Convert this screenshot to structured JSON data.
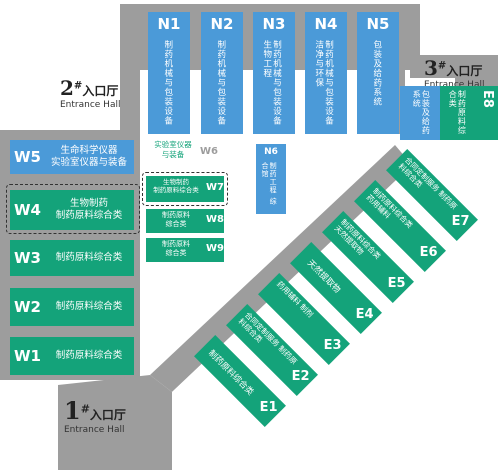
{
  "colors": {
    "gray": "#9d9d9d",
    "blue": "#4b9ad8",
    "green": "#14a37a",
    "white": "#ffffff"
  },
  "entrances": [
    {
      "num": "2",
      "sup": "#",
      "cn": "入口厅",
      "en": "Entrance Hall"
    },
    {
      "num": "3",
      "sup": "#",
      "cn": "入口厅",
      "en": "Entrance Hall"
    },
    {
      "num": "1",
      "sup": "#",
      "cn": "入口厅",
      "en": "Entrance Hall"
    }
  ],
  "north_halls": [
    {
      "code": "N1",
      "label": "制药机械与包装设备"
    },
    {
      "code": "N2",
      "label": "制药机械与包装设备"
    },
    {
      "code": "N3",
      "label": "制药机械与包装设备 生物工程"
    },
    {
      "code": "N4",
      "label": "制药机械与包装设备 洁净与环保"
    },
    {
      "code": "N5",
      "label": "包装及给药系统"
    }
  ],
  "e8": {
    "code": "E8",
    "label1": "包装及给药系统",
    "label2": "制药原料综合类"
  },
  "east_halls": [
    {
      "code": "E1",
      "label": "制药原料综合类"
    },
    {
      "code": "E2",
      "label": "合同定制服务 制药原料综合类"
    },
    {
      "code": "E3",
      "label": "药用辅料 制剂"
    },
    {
      "code": "E4",
      "label": "天然提取物"
    },
    {
      "code": "E5",
      "label": "制药原料综合类 天然提取物"
    },
    {
      "code": "E6",
      "label": "制药原料综合类 药用辅料"
    },
    {
      "code": "E7",
      "label": "合同定制服务 制药原料综合类"
    }
  ],
  "west_halls": [
    {
      "code": "W5",
      "label": "生命科学仪器\n实验室仪器与装备"
    },
    {
      "code": "W4",
      "label": "生物制药\n制药原料综合类"
    },
    {
      "code": "W3",
      "label": "制药原料综合类"
    },
    {
      "code": "W2",
      "label": "制药原料综合类"
    },
    {
      "code": "W1",
      "label": "制药原料综合类"
    }
  ],
  "mid_halls": [
    {
      "code": "W6",
      "label": "实验室仪器\n与装备"
    },
    {
      "code": "W7",
      "label": "生物制药\n制药原料综合类"
    },
    {
      "code": "W8",
      "label": "制药原料\n综合类"
    },
    {
      "code": "W9",
      "label": "制药原料\n综合类"
    }
  ],
  "n6": {
    "code": "N6",
    "label": "制药工程\n综合馆"
  }
}
